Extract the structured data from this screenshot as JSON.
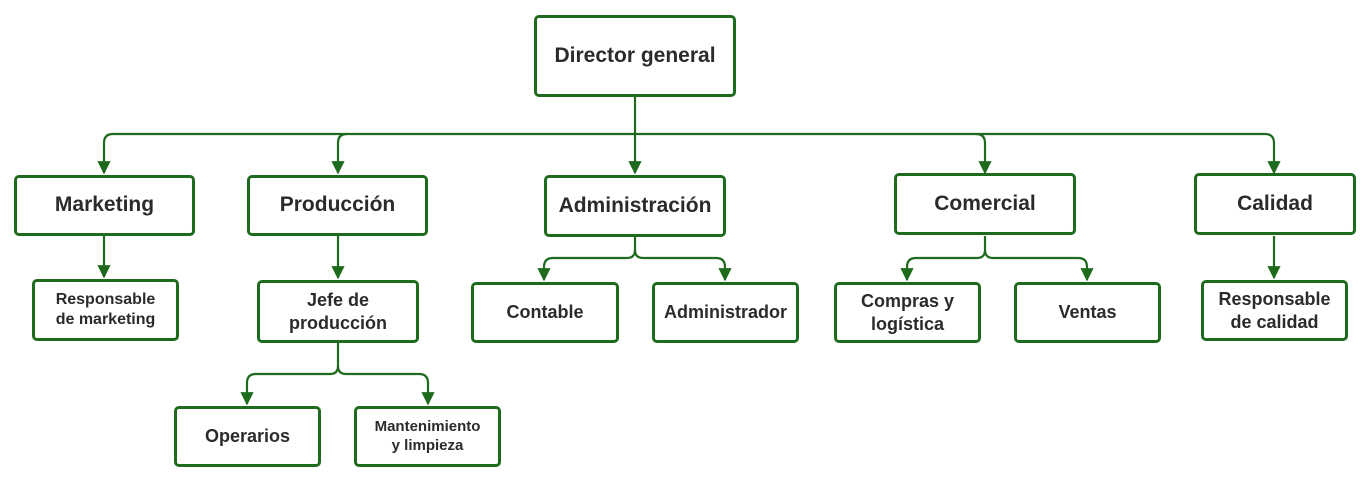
{
  "colors": {
    "line": "#1e6b1e",
    "border": "#1e6b1e",
    "text": "#2b2b2b"
  },
  "nodes": {
    "director": "Director general",
    "marketing": "Marketing",
    "produccion": "Producción",
    "administracion": "Administración",
    "comercial": "Comercial",
    "calidad": "Calidad",
    "resp_marketing": [
      "Responsable",
      "de marketing"
    ],
    "jefe_produccion": [
      "Jefe de",
      "producción"
    ],
    "contable": "Contable",
    "administrador": "Administrador",
    "compras": [
      "Compras y",
      "logística"
    ],
    "ventas": "Ventas",
    "resp_calidad": [
      "Responsable",
      "de calidad"
    ],
    "operarios": "Operarios",
    "mantenimiento": [
      "Mantenimiento",
      "y limpieza"
    ]
  }
}
